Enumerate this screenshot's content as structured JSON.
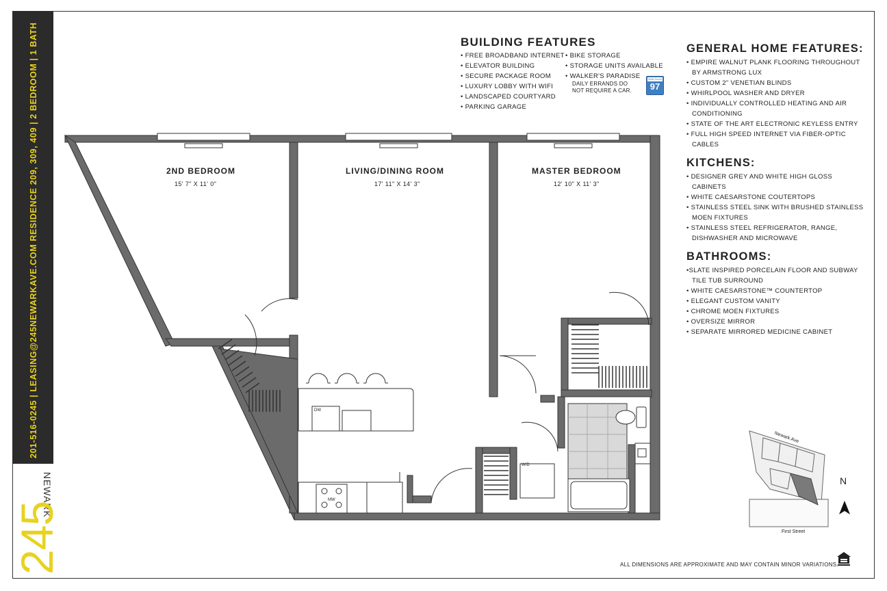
{
  "sidebar": {
    "contact_line": "201-516-0245  |  LEASING@245NEWARKAVE.COM     RESIDENCE 209, 309, 409  |  2 BEDROOM  |  1 BATH",
    "brand_word": "NEWARK",
    "brand_number": "245"
  },
  "building_features": {
    "title": "BUILDING FEATURES",
    "col1": [
      "FREE BROADBAND INTERNET",
      "ELEVATOR BUILDING",
      "SECURE PACKAGE ROOM",
      "LUXURY LOBBY WITH WIFI",
      "LANDSCAPED COURTYARD",
      "PARKING GARAGE"
    ],
    "col2": [
      "BIKE STORAGE",
      "STORAGE UNITS AVAILABLE",
      "WALKER'S PARADISE"
    ],
    "walk_note_1": "DAILY ERRANDS DO",
    "walk_note_2": "NOT REQUIRE A CAR.",
    "walk_score_label": "Walk Score",
    "walk_score": "97"
  },
  "general": {
    "title": "GENERAL HOME FEATURES:",
    "items": [
      "EMPIRE WALNUT PLANK FLOORING THROUGHOUT BY ARMSTRONG LUX",
      "CUSTOM 2\" VENETIAN BLINDS",
      "WHIRLPOOL WASHER AND DRYER",
      "INDIVIDUALLY CONTROLLED HEATING AND AIR CONDITIONING",
      "STATE OF THE ART ELECTRONIC KEYLESS ENTRY",
      "FULL HIGH SPEED INTERNET VIA FIBER-OPTIC CABLES"
    ]
  },
  "kitchens": {
    "title": "KITCHENS:",
    "items": [
      "DESIGNER GREY AND WHITE HIGH GLOSS CABINETS",
      "WHITE CAESARSTONE COUTERTOPS",
      "STAINLESS STEEL SINK WITH BRUSHED STAINLESS MOEN FIXTURES",
      "STAINLESS STEEL REFRIGERATOR, RANGE, DISHWASHER AND MICROWAVE"
    ]
  },
  "bathrooms": {
    "title": "BATHROOMS:",
    "items": [
      "SLATE INSPIRED PORCELAIN FLOOR AND SUBWAY TILE TUB SURROUND",
      "WHITE CAESARSTONE™ COUNTERTOP",
      "ELEGANT CUSTOM VANITY",
      "CHROME MOEN FIXTURES",
      "OVERSIZE MIRROR",
      "SEPARATE MIRRORED MEDICINE CABINET"
    ]
  },
  "rooms": {
    "bed2_name": "2ND BEDROOM",
    "bed2_dim": "15' 7\" X 11' 0\"",
    "living_name": "LIVING/DINING ROOM",
    "living_dim": "17' 11\" X 14' 3\"",
    "master_name": "MASTER BEDROOM",
    "master_dim": "12' 10\" X 11' 3\""
  },
  "appliances": {
    "dw": "DW",
    "mw": "MW",
    "wd": "W/D"
  },
  "keymap": {
    "street_top": "Newark Ave",
    "street_bottom": "First Street",
    "north": "N"
  },
  "disclaimer": "ALL DIMENSIONS ARE APPROXIMATE AND MAY CONTAIN MINOR VARIATIONS."
}
